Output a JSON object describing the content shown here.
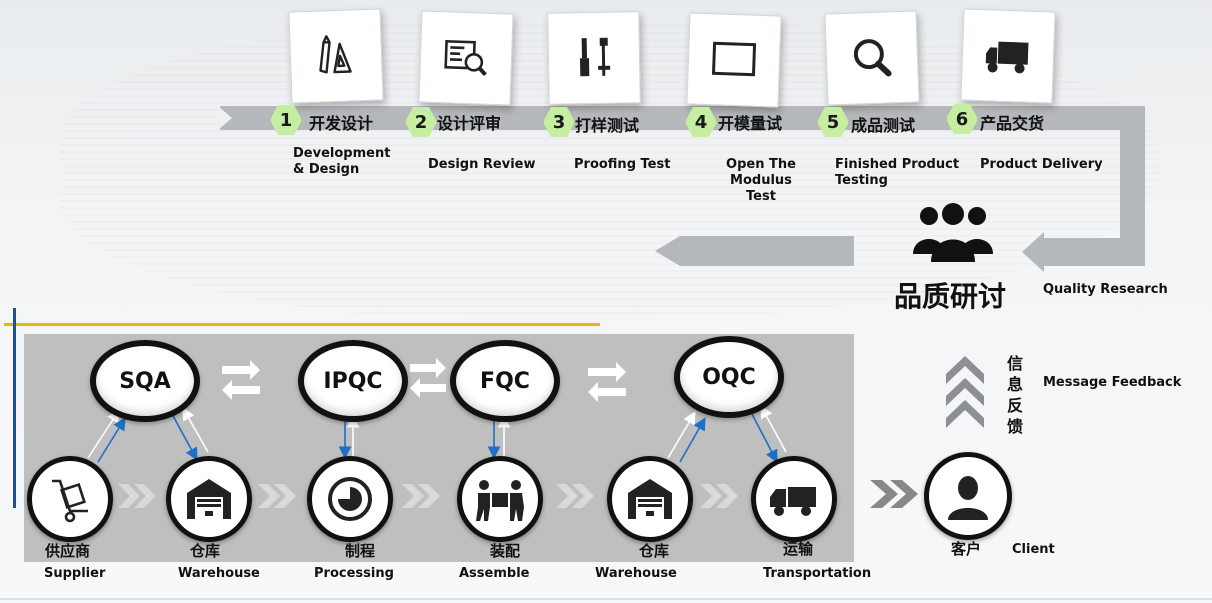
{
  "steps": [
    {
      "num": "1",
      "cn": "开发设计",
      "en": "Development\n& Design",
      "icon": "design-tools-icon"
    },
    {
      "num": "2",
      "cn": "设计评审",
      "en": "Design Review",
      "icon": "review-magnifier-icon"
    },
    {
      "num": "3",
      "cn": "打样测试",
      "en": "Proofing Test",
      "icon": "tools-icon"
    },
    {
      "num": "4",
      "cn": "开模量试",
      "en": "Open The\nModulus Test",
      "icon": "mold-frame-icon"
    },
    {
      "num": "5",
      "cn": "成品测试",
      "en": "Finished Product\nTesting",
      "icon": "magnifier-icon"
    },
    {
      "num": "6",
      "cn": "产品交货",
      "en": "Product Delivery",
      "icon": "truck-icon"
    }
  ],
  "quality_research": {
    "cn": "品质研讨",
    "en": "Quality Research"
  },
  "feedback": {
    "cn_chars": [
      "信",
      "息",
      "反",
      "馈"
    ],
    "en": "Message Feedback"
  },
  "qc": {
    "sqa": "SQA",
    "ipqc": "IPQC",
    "fqc": "FQC",
    "oqc": "OQC"
  },
  "process": [
    {
      "cn": "供应商",
      "en": "Supplier",
      "icon": "hand-truck-icon"
    },
    {
      "cn": "仓库",
      "en": "Warehouse",
      "icon": "warehouse-icon"
    },
    {
      "cn": "制程",
      "en": "Processing",
      "icon": "process-dial-icon"
    },
    {
      "cn": "装配",
      "en": "Assemble",
      "icon": "assemble-people-icon"
    },
    {
      "cn": "仓库",
      "en": "Warehouse",
      "icon": "warehouse-icon"
    },
    {
      "cn": "运输",
      "en": "Transportation",
      "icon": "truck-icon"
    }
  ],
  "client": {
    "cn": "客户",
    "en": "Client",
    "icon": "person-icon"
  },
  "colors": {
    "badge_fill": "#c6eea0",
    "track": "#b5b8bb",
    "panel": "#bfbfbf",
    "accent_yellow": "#f0b400",
    "accent_blue": "#1f4f8f",
    "arrow_blue": "#1e6fc8"
  }
}
